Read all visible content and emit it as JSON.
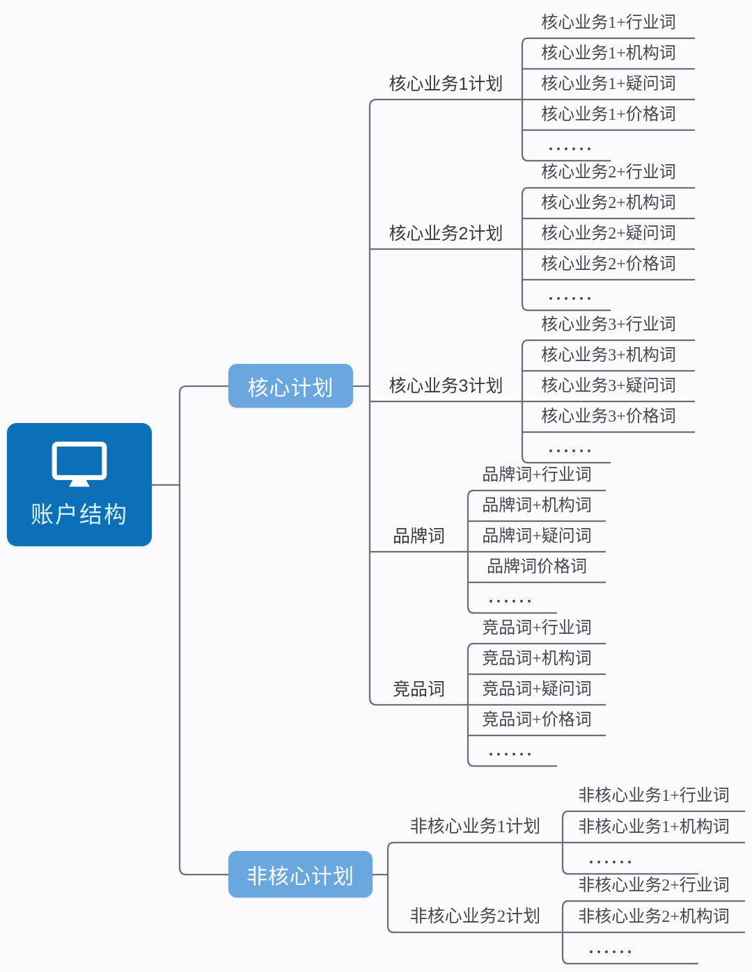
{
  "root": {
    "label": "账户结构",
    "icon": "monitor-icon"
  },
  "branches": [
    {
      "label": "核心计划",
      "groups": [
        {
          "label": "核心业务1计划",
          "children": [
            "核心业务1+行业词",
            "核心业务1+机构词",
            "核心业务1+疑问词",
            "核心业务1+价格词",
            "......"
          ]
        },
        {
          "label": "核心业务2计划",
          "children": [
            "核心业务2+行业词",
            "核心业务2+机构词",
            "核心业务2+疑问词",
            "核心业务2+价格词",
            "......"
          ]
        },
        {
          "label": "核心业务3计划",
          "children": [
            "核心业务3+行业词",
            "核心业务3+机构词",
            "核心业务3+疑问词",
            "核心业务3+价格词",
            "......"
          ]
        },
        {
          "label": "品牌词",
          "children": [
            "品牌词+行业词",
            "品牌词+机构词",
            "品牌词+疑问词",
            "品牌词价格词",
            "......"
          ]
        },
        {
          "label": "竞品词",
          "children": [
            "竞品词+行业词",
            "竞品词+机构词",
            "竞品词+疑问词",
            "竞品词+价格词",
            "......"
          ]
        }
      ]
    },
    {
      "label": "非核心计划",
      "groups": [
        {
          "label": "非核心业务1计划",
          "children": [
            "非核心业务1+行业词",
            "非核心业务1+机构词",
            "......"
          ]
        },
        {
          "label": "非核心业务2计划",
          "children": [
            "非核心业务2+行业词",
            "非核心业务2+机构词",
            "......"
          ]
        }
      ]
    }
  ],
  "colors": {
    "root_fill": "#0c70b8",
    "root_text": "#d7f0fb",
    "branch_fill": "#69a7de",
    "branch_text": "#ffffff",
    "line": "#6b7075",
    "group_label_text": "#37393b",
    "leaf_text": "#45474a",
    "background": "#fbfbfd"
  }
}
